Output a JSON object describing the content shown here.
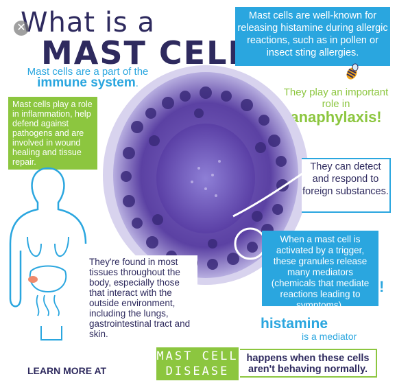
{
  "title": {
    "line1": "What is a",
    "line2": "MAST CELL?"
  },
  "close_icon": "close-icon",
  "intro": {
    "text": "Mast cells are a part of the",
    "emph": "immune system"
  },
  "allergy_box": {
    "text": "Mast cells are well-known for releasing histamine during allergic reactions, such as in pollen or insect sting allergies."
  },
  "inflammation_box": {
    "text": "Mast cells play a role in inflammation, help defend against pathogens and are involved in wound healing and tissue repair."
  },
  "anaphylaxis": {
    "text": "They play an important role in",
    "emph": "anaphylaxis!"
  },
  "detect": {
    "text": "They can detect and respond to foreign substances."
  },
  "trigger_box": {
    "text": "When a mast cell is activated by a trigger, these granules release many mediators (chemicals that mediate reactions leading to symptoms)."
  },
  "found": {
    "text": "They're found in most tissues throughout the body, especially those that interact with the outside environment, including the lungs, gastrointestinal tract and skin."
  },
  "histamine": {
    "word": "histamine",
    "caption": "is a mediator"
  },
  "disease": {
    "label": "MAST CELL DISEASE",
    "text": "happens when these cells aren't behaving normally."
  },
  "learn_more": {
    "text": "LEARN MORE AT"
  },
  "colors": {
    "navy": "#2e2a5e",
    "blue": "#2aa6df",
    "green": "#8cc63f",
    "cell_purple": "#6a4fb0"
  }
}
